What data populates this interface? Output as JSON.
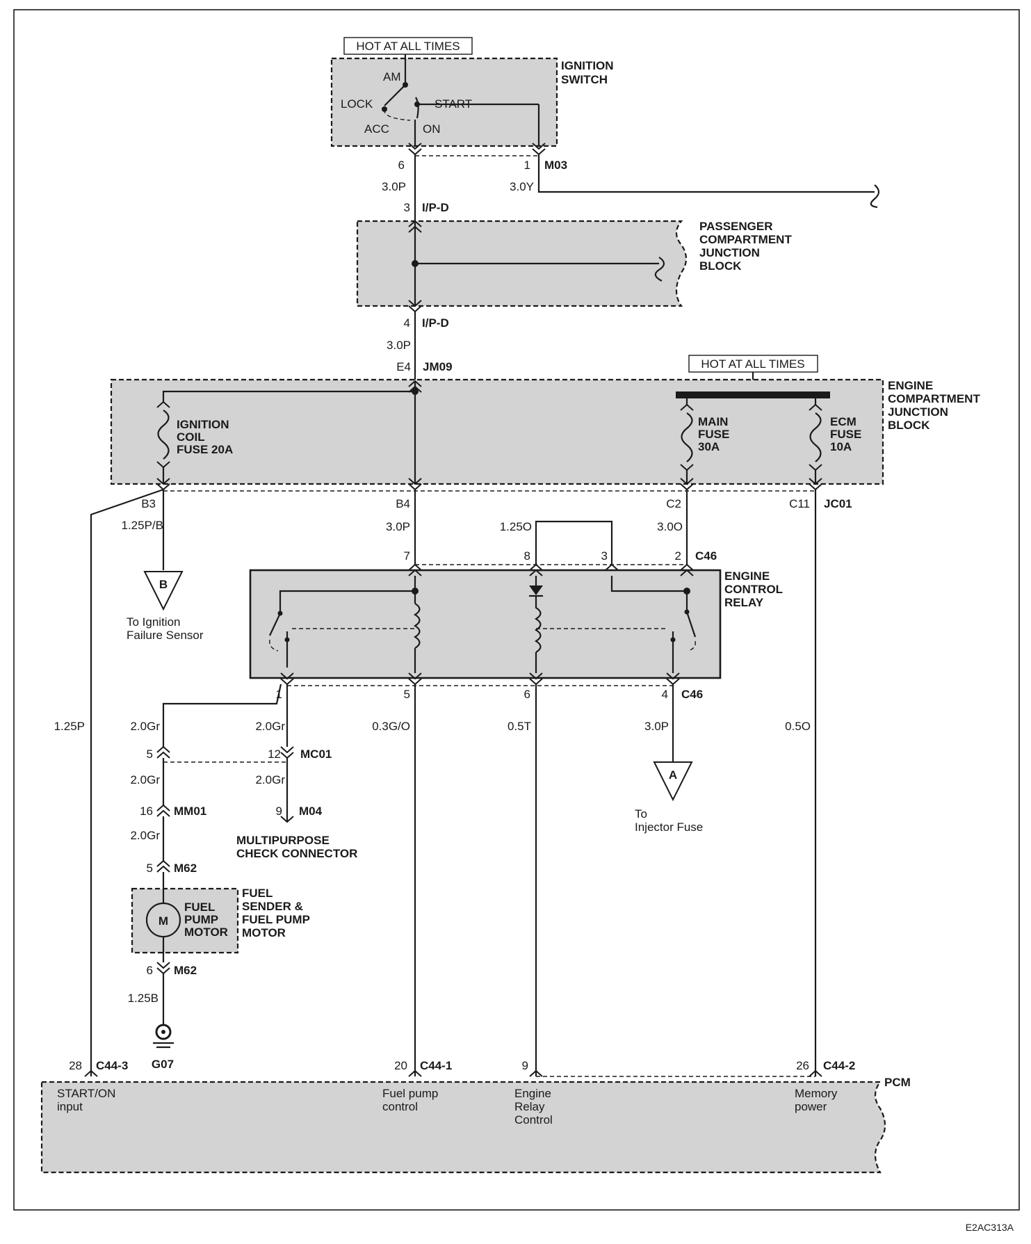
{
  "ignition_switch": {
    "hot_label": "HOT AT ALL TIMES",
    "title_l1": "IGNITION",
    "title_l2": "SWITCH",
    "pos_am": "AM",
    "pos_lock": "LOCK",
    "pos_acc": "ACC",
    "pos_on": "ON",
    "pos_start": "START"
  },
  "pins": {
    "p6": "6",
    "p1": "1",
    "m03": "M03",
    "w30p_a": "3.0P",
    "w30y": "3.0Y",
    "p3": "3",
    "ipd_a": "I/P-D",
    "p4": "4",
    "ipd_b": "I/P-D",
    "w30p_b": "3.0P",
    "e4": "E4",
    "jm09": "JM09"
  },
  "passenger_jb": {
    "l1": "PASSENGER",
    "l2": "COMPARTMENT",
    "l3": "JUNCTION",
    "l4": "BLOCK"
  },
  "engine_jb": {
    "hot_label": "HOT AT ALL TIMES",
    "l1": "ENGINE",
    "l2": "COMPARTMENT",
    "l3": "JUNCTION",
    "l4": "BLOCK",
    "ign_fuse_l1": "IGNITION",
    "ign_fuse_l2": "COIL",
    "ign_fuse_l3": "FUSE 20A",
    "main_fuse_l1": "MAIN",
    "main_fuse_l2": "FUSE",
    "main_fuse_l3": "30A",
    "ecm_fuse_l1": "ECM",
    "ecm_fuse_l2": "FUSE",
    "ecm_fuse_l3": "10A",
    "b3": "B3",
    "b4": "B4",
    "c2": "C2",
    "c11": "C11",
    "jc01": "JC01"
  },
  "wires_mid": {
    "w125pb": "1.25P/B",
    "w30p_c": "3.0P",
    "w125o": "1.25O",
    "w30o": "3.0O",
    "p7": "7",
    "p8": "8",
    "p3b": "3",
    "p2": "2",
    "c46_top": "C46"
  },
  "ground_b": {
    "letter": "B",
    "l1": "To Ignition",
    "l2": "Failure Sensor"
  },
  "relay": {
    "l1": "ENGINE",
    "l2": "CONTROL",
    "l3": "RELAY",
    "p1": "1",
    "p5": "5",
    "p6": "6",
    "p4": "4",
    "c46_bot": "C46"
  },
  "lower": {
    "w125p": "1.25P",
    "w20gr_a": "2.0Gr",
    "w20gr_b": "2.0Gr",
    "w03go": "0.3G/O",
    "w05t": "0.5T",
    "w30p_d": "3.0P",
    "w05o": "0.5O",
    "p5": "5",
    "p12": "12",
    "mc01": "MC01",
    "w20gr_c": "2.0Gr",
    "w20gr_d": "2.0Gr",
    "p16": "16",
    "mm01": "MM01",
    "p9": "9",
    "m04": "M04",
    "mpc_l1": "MULTIPURPOSE",
    "mpc_l2": "CHECK CONNECTOR",
    "w20gr_e": "2.0Gr",
    "p5b": "5",
    "m62_a": "M62",
    "fuel_inner_l1": "FUEL",
    "fuel_inner_l2": "PUMP",
    "fuel_inner_l3": "MOTOR",
    "motor_letter": "M",
    "fuel_l1": "FUEL",
    "fuel_l2": "SENDER &",
    "fuel_l3": "FUEL PUMP",
    "fuel_l4": "MOTOR",
    "p6b": "6",
    "m62_b": "M62",
    "w125b": "1.25B",
    "g07": "G07",
    "inj_letter": "A",
    "inj_l1": "To",
    "inj_l2": "Injector Fuse"
  },
  "pcm": {
    "title": "PCM",
    "p28": "28",
    "c44_3": "C44-3",
    "p20": "20",
    "c44_1": "C44-1",
    "p9": "9",
    "p26": "26",
    "c44_2": "C44-2",
    "in1_l1": "START/ON",
    "in1_l2": "input",
    "in2_l1": "Fuel pump",
    "in2_l2": "control",
    "in3_l1": "Engine",
    "in3_l2": "Relay",
    "in3_l3": "Control",
    "in4_l1": "Memory",
    "in4_l2": "power"
  },
  "footer": {
    "code": "E2AC313A"
  }
}
